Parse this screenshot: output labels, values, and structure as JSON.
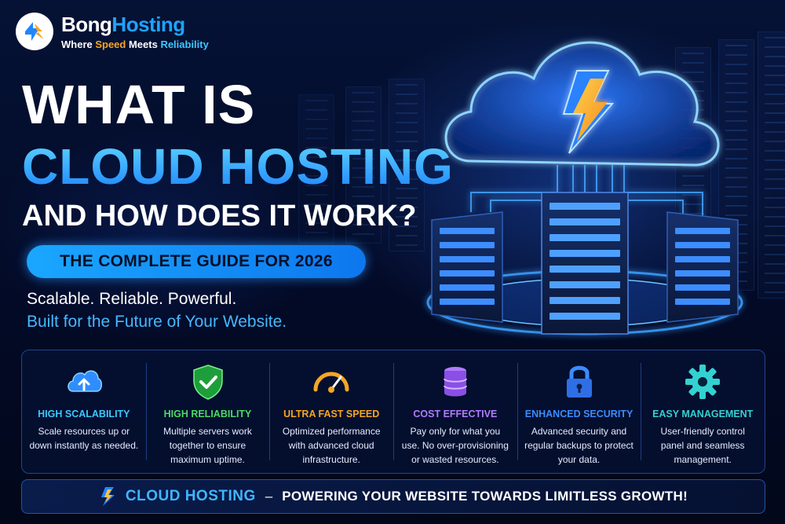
{
  "brand": {
    "name_part1": "Bong",
    "name_part2": "Hosting",
    "tagline_part1": "Where ",
    "tagline_part2": "Speed",
    "tagline_part3": " Meets ",
    "tagline_part4": "Reliability",
    "icon": "bonghosting-logo-icon"
  },
  "headline": {
    "line1": "WHAT IS",
    "line2": "CLOUD HOSTING",
    "line3": "AND HOW DOES IT WORK?"
  },
  "guide_label": "THE COMPLETE GUIDE FOR 2026",
  "subheadline": {
    "line1": "Scalable. Reliable. Powerful.",
    "line2": "Built for the Future of Your Website."
  },
  "features": [
    {
      "title": "HIGH SCALABILITY",
      "desc": "Scale resources up or down instantly as needed.",
      "icon": "cloud-upload-icon",
      "color": "#3ec7ff"
    },
    {
      "title": "HIGH RELIABILITY",
      "desc": "Multiple servers work together to ensure maximum uptime.",
      "icon": "shield-check-icon",
      "color": "#4cd964"
    },
    {
      "title": "ULTRA FAST SPEED",
      "desc": "Optimized performance with advanced cloud infrastructure.",
      "icon": "speedometer-icon",
      "color": "#f5a623"
    },
    {
      "title": "COST EFFECTIVE",
      "desc": "Pay only for what you use. No over-provisioning or wasted resources.",
      "icon": "database-icon",
      "color": "#b07cff"
    },
    {
      "title": "ENHANCED SECURITY",
      "desc": "Advanced security and regular backups to protect your data.",
      "icon": "lock-icon",
      "color": "#3d8bff"
    },
    {
      "title": "EASY MANAGEMENT",
      "desc": "User-friendly control panel and seamless management.",
      "icon": "gear-icon",
      "color": "#34d1d1"
    }
  ],
  "banner": {
    "main": "CLOUD HOSTING",
    "separator": "–",
    "rest": "POWERING YOUR WEBSITE TOWARDS LIMITLESS GROWTH!",
    "icon": "lightning-bolt-icon"
  },
  "colors": {
    "background": "#030a24",
    "accent_blue": "#1fa3ff",
    "accent_orange": "#f5a623"
  }
}
